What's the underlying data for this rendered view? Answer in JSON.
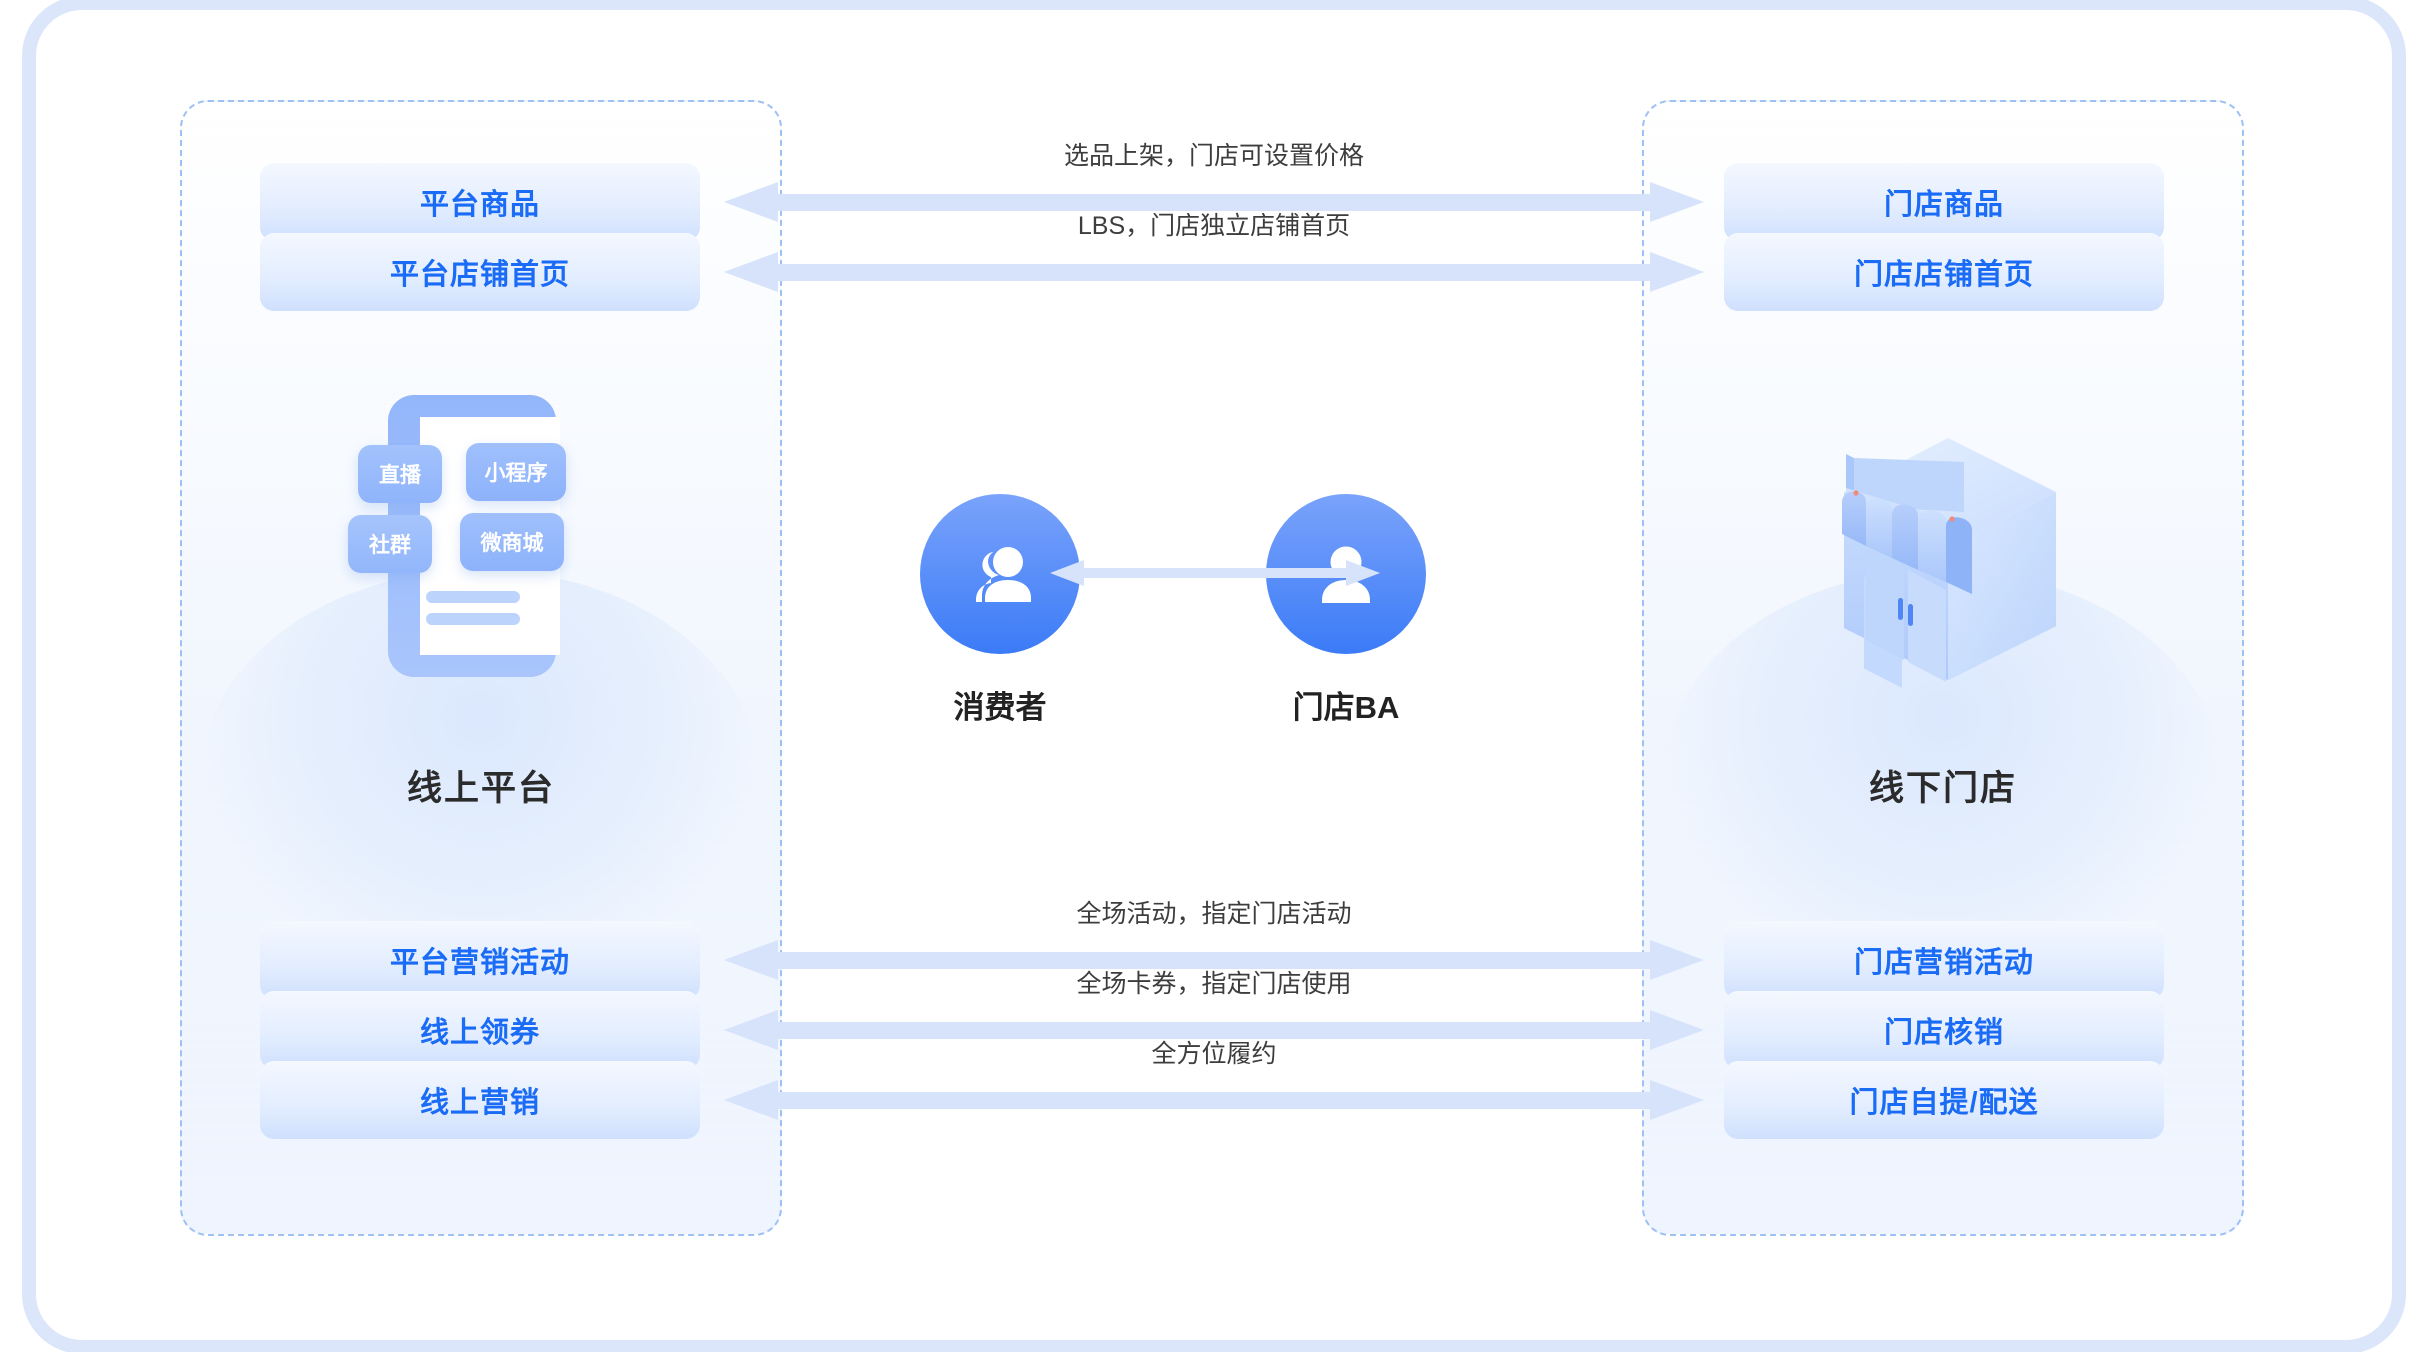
{
  "diagram": {
    "left_panel": {
      "caption": "线上平台",
      "top_boxes": [
        {
          "label": "平台商品"
        },
        {
          "label": "平台店铺首页"
        }
      ],
      "bottom_boxes": [
        {
          "label": "平台营销活动"
        },
        {
          "label": "线上领券"
        },
        {
          "label": "线上营销"
        }
      ],
      "phone_tags": [
        "直播",
        "小程序",
        "社群",
        "微商城"
      ]
    },
    "right_panel": {
      "caption": "线下门店",
      "top_boxes": [
        {
          "label": "门店商品"
        },
        {
          "label": "门店店铺首页"
        }
      ],
      "bottom_boxes": [
        {
          "label": "门店营销活动"
        },
        {
          "label": "门店核销"
        },
        {
          "label": "门店自提/配送"
        }
      ]
    },
    "connectors": [
      {
        "label": "选品上架，门店可设置价格",
        "direction": "both"
      },
      {
        "label": "LBS，门店独立店铺首页",
        "direction": "both"
      },
      {
        "label": "全场活动，指定门店活动",
        "direction": "both"
      },
      {
        "label": "全场卡券，指定门店使用",
        "direction": "both"
      },
      {
        "label": "全方位履约",
        "direction": "both"
      }
    ],
    "roles": [
      {
        "name": "消费者",
        "icon": "users-group-icon"
      },
      {
        "name": "门店BA",
        "icon": "user-single-icon"
      }
    ],
    "colors": {
      "accent_blue": "#1a6bf5",
      "arrow_fill": "#d7e3fb",
      "panel_dash": "#9dc0f5",
      "circle_gradient_start": "#7aa3fb",
      "circle_gradient_end": "#3b7bf7",
      "text_dark": "#2b2b2b",
      "frame_border": "#dbe6fb"
    }
  }
}
